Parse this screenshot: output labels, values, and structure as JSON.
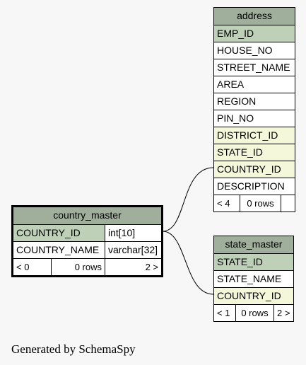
{
  "colors": {
    "header": "#9faf9b",
    "key": "#bed1b8",
    "foreign_key": "#f4f7da",
    "plain": "#ffffff",
    "background": "#f7f7f7"
  },
  "tables": {
    "address": {
      "name": "address",
      "columns": [
        {
          "name": "EMP_ID",
          "kind": "key"
        },
        {
          "name": "HOUSE_NO",
          "kind": "plain"
        },
        {
          "name": "STREET_NAME",
          "kind": "plain"
        },
        {
          "name": "AREA",
          "kind": "plain"
        },
        {
          "name": "REGION",
          "kind": "plain"
        },
        {
          "name": "PIN_NO",
          "kind": "plain"
        },
        {
          "name": "DISTRICT_ID",
          "kind": "foreign_key"
        },
        {
          "name": "STATE_ID",
          "kind": "foreign_key"
        },
        {
          "name": "COUNTRY_ID",
          "kind": "foreign_key"
        },
        {
          "name": "DESCRIPTION",
          "kind": "plain"
        }
      ],
      "footer": {
        "parents": "< 4",
        "rows": "0 rows",
        "children": ""
      }
    },
    "country_master": {
      "name": "country_master",
      "columns": [
        {
          "name": "COUNTRY_ID",
          "type": "int[10]",
          "kind": "key"
        },
        {
          "name": "COUNTRY_NAME",
          "type": "varchar[32]",
          "kind": "plain"
        }
      ],
      "footer": {
        "parents": "< 0",
        "rows": "0 rows",
        "children": "2 >"
      }
    },
    "state_master": {
      "name": "state_master",
      "columns": [
        {
          "name": "STATE_ID",
          "kind": "key"
        },
        {
          "name": "STATE_NAME",
          "kind": "plain"
        },
        {
          "name": "COUNTRY_ID",
          "kind": "foreign_key"
        }
      ],
      "footer": {
        "parents": "< 1",
        "rows": "0 rows",
        "children": "2 >"
      }
    }
  },
  "relationships": [
    {
      "from": "country_master.COUNTRY_ID",
      "to": "address.COUNTRY_ID"
    },
    {
      "from": "country_master.COUNTRY_ID",
      "to": "state_master.COUNTRY_ID"
    }
  ],
  "credit": "Generated by SchemaSpy"
}
